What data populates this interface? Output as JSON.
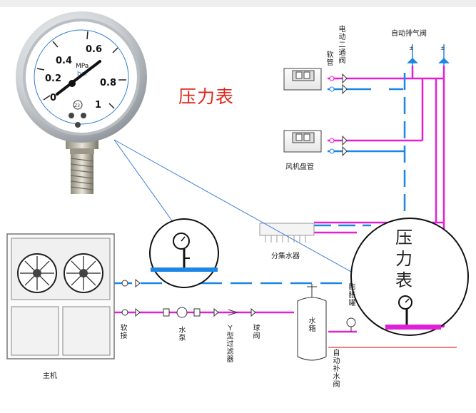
{
  "title": "压力表",
  "big_label": "压力表",
  "gauge": {
    "ticks": [
      "0",
      "0.2",
      "0.4",
      "0.6",
      "0.8",
      "1"
    ],
    "unit": "MPa",
    "unit2": "bar",
    "badge": "Z3"
  },
  "labels": {
    "valve": "电动二通阀",
    "hose_top": "软管",
    "air_vent": "自动排气阀",
    "fan_coil": "风机盘管",
    "manifold": "分集水器",
    "expansion_tank": "膨胀罐",
    "water_tank": "水箱",
    "auto_fill": "自动补水阀",
    "soft_joint": "软接",
    "pump": "水泵",
    "y_filter": "Y型过滤器",
    "ball_valve": "球阀",
    "main_unit": "主机"
  },
  "colors": {
    "supply_magenta": "#e020d6",
    "return_blue": "#1c86e6",
    "makeup_red": "#f08080",
    "title_red": "#e0261d"
  }
}
